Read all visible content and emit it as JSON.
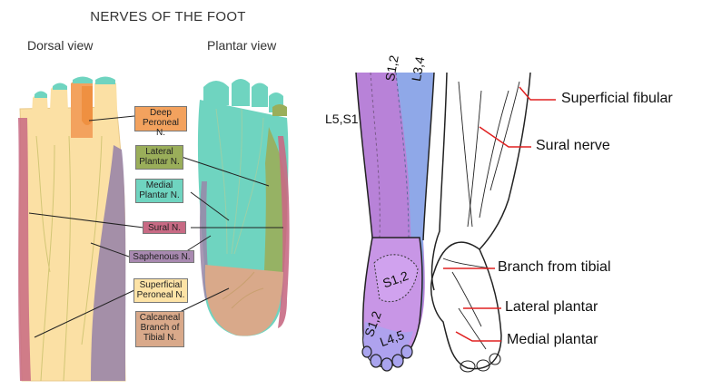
{
  "left_panel": {
    "title": "NERVES OF THE FOOT",
    "views": {
      "dorsal": "Dorsal view",
      "plantar": "Plantar view"
    },
    "labels": [
      {
        "key": "deep_peroneal",
        "text": "Deep\nPeroneal N.",
        "color": "#f3a25e"
      },
      {
        "key": "lateral_plantar",
        "text": "Lateral\nPlantar N.",
        "color": "#9aae5a"
      },
      {
        "key": "medial_plantar",
        "text": "Medial\nPlantar N.",
        "color": "#6fd4c0"
      },
      {
        "key": "sural",
        "text": "Sural N.",
        "color": "#c86a84"
      },
      {
        "key": "saphenous",
        "text": "Saphenous N.",
        "color": "#a889b0"
      },
      {
        "key": "superficial_peroneal",
        "text": "Superficial\nPeroneal N.",
        "color": "#fde3a6"
      },
      {
        "key": "calcaneal",
        "text": "Calcaneal\nBranch of\nTibial N.",
        "color": "#d9a98a"
      }
    ]
  },
  "right_panel": {
    "segments": [
      "L5,S1",
      "S1,2",
      "L3,4",
      "S1,2",
      "S1,2",
      "L4,5"
    ],
    "labels": [
      "Superficial fibular",
      "Sural nerve",
      "Branch from tibial",
      "Lateral plantar",
      "Medial plantar"
    ]
  },
  "colors": {
    "dorsal_skin": "#fbe0a4",
    "deep_peroneal": "#f3a25e",
    "medial_plantar": "#6fd4c0",
    "lateral_plantar": "#9aae5a",
    "sural": "#c86a84",
    "saphenous": "#9a86a8",
    "calcaneal": "#d9a98a",
    "leg_purple": "#b882d8",
    "leg_blue": "#8fa8e8",
    "leader_red": "#e02020"
  }
}
